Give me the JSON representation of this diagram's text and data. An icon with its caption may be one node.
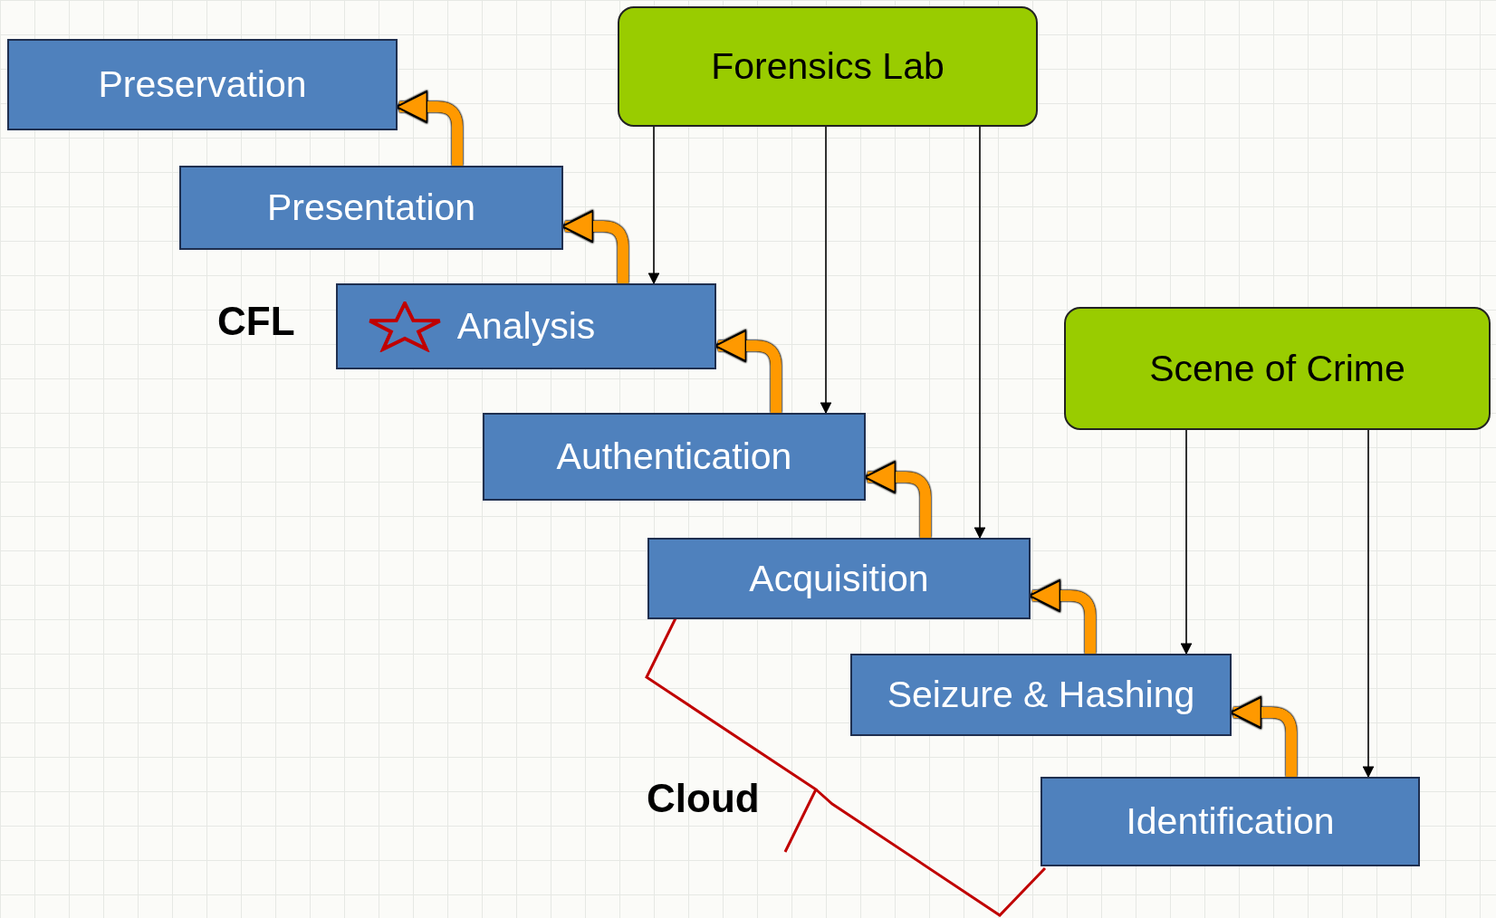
{
  "diagram": {
    "nodes": [
      {
        "text": [
          "Forensics Lab"
        ]
      },
      {
        "text": [
          "Scene of Crime"
        ]
      },
      {
        "text": [
          "Preservation"
        ]
      },
      {
        "text": [
          "Presentation"
        ]
      },
      {
        "text": [
          "Analysis"
        ]
      },
      {
        "text": [
          "Authentication"
        ]
      },
      {
        "text": [
          "Acquisition"
        ]
      },
      {
        "text": [
          "Seizure & Hashing"
        ]
      },
      {
        "text": [
          "Identification"
        ]
      }
    ],
    "edges": [
      {
        "from": 8,
        "to": 7,
        "arrow": "to"
      },
      {
        "from": 7,
        "to": 6,
        "arrow": "to"
      },
      {
        "from": 6,
        "to": 5,
        "arrow": "to"
      },
      {
        "from": 5,
        "to": 4,
        "arrow": "to"
      },
      {
        "from": 4,
        "to": 3,
        "arrow": "to"
      },
      {
        "from": 3,
        "to": 2,
        "arrow": "to"
      },
      {
        "from": 0,
        "to": 4,
        "arrow": "to",
        "color": "#000000"
      },
      {
        "from": 0,
        "to": 5,
        "arrow": "to",
        "color": "#000000"
      },
      {
        "from": 0,
        "to": 6,
        "arrow": "to",
        "color": "#000000"
      },
      {
        "from": 1,
        "to": 7,
        "arrow": "to",
        "color": "#000000"
      },
      {
        "from": 1,
        "to": 8,
        "arrow": "to",
        "color": "#000000"
      }
    ],
    "labels": [
      "CFL",
      "Cloud"
    ]
  }
}
